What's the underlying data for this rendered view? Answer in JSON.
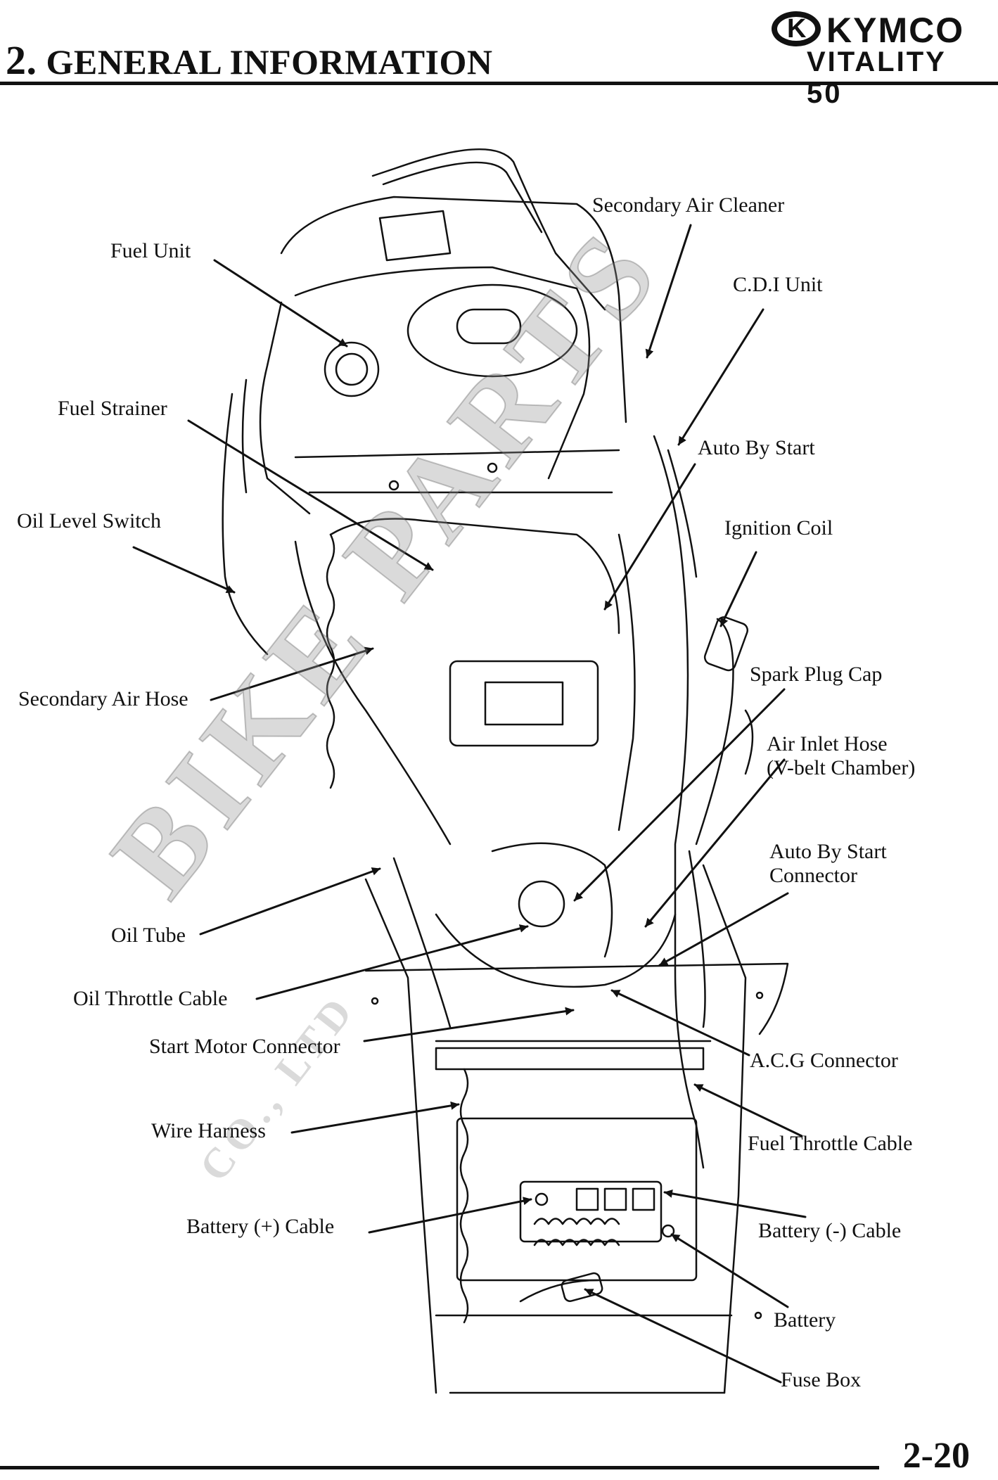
{
  "header": {
    "section_number": "2.",
    "section_title": "GENERAL INFORMATION",
    "brand_name": "KYMCO",
    "model_name": "VITALITY 50"
  },
  "watermark": {
    "text": "BIKE PARTS",
    "subtext": "CO., LTD"
  },
  "labels": {
    "fuel_unit": "Fuel Unit",
    "secondary_air_cleaner": "Secondary Air Cleaner",
    "cdi_unit": "C.D.I Unit",
    "fuel_strainer": "Fuel Strainer",
    "auto_by_start": "Auto By Start",
    "oil_level_switch": "Oil Level Switch",
    "ignition_coil": "Ignition Coil",
    "spark_plug_cap": "Spark Plug Cap",
    "secondary_air_hose": "Secondary Air Hose",
    "air_inlet_hose_line1": "Air Inlet Hose",
    "air_inlet_hose_line2": "(V-belt Chamber)",
    "auto_by_start_connector_line1": "Auto By Start",
    "auto_by_start_connector_line2": "Connector",
    "oil_tube": "Oil Tube",
    "oil_throttle_cable": "Oil Throttle Cable",
    "start_motor_connector": "Start Motor Connector",
    "acg_connector": "A.C.G Connector",
    "wire_harness": "Wire Harness",
    "fuel_throttle_cable": "Fuel Throttle Cable",
    "battery_plus_cable": "Battery (+) Cable",
    "battery_minus_cable": "Battery (-) Cable",
    "battery": "Battery",
    "fuse_box": "Fuse Box"
  },
  "footer": {
    "page_number": "2-20"
  }
}
